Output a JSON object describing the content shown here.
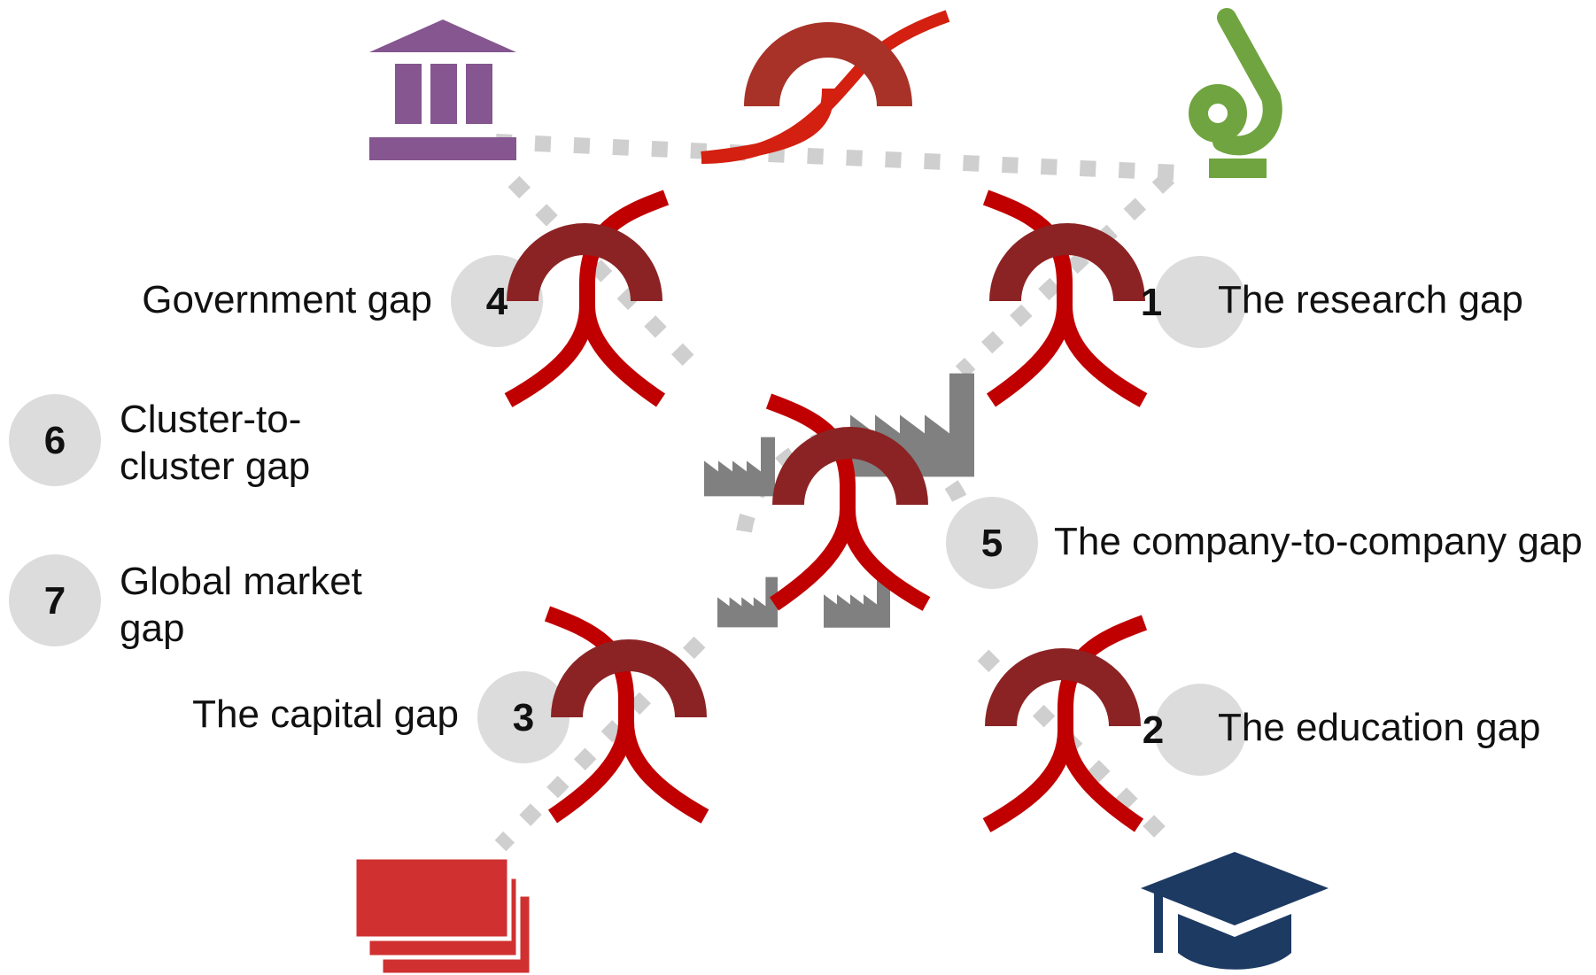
{
  "colors": {
    "bridge_arc": "#8b2324",
    "rope": "#c00000",
    "top_rope": "#d32010",
    "badge": "#dcdcdc",
    "dots": "#cfcfcf",
    "government_icon": "#85568f",
    "research_icon": "#70a440",
    "capital_icon": "#d03030",
    "education_icon": "#1d3a63",
    "factory_icon": "#808080"
  },
  "icons": {
    "government": "government-building-icon",
    "research": "microscope-icon",
    "capital": "money-stack-icon",
    "education": "graduation-cap-icon",
    "industry": "factory-icon",
    "bridge": "rope-bridge-icon"
  },
  "gaps": {
    "research": {
      "number": "1",
      "label": "The research gap"
    },
    "education": {
      "number": "2",
      "label": "The education gap"
    },
    "capital": {
      "number": "3",
      "label": "The capital gap"
    },
    "government": {
      "number": "4",
      "label": "Government gap"
    },
    "company": {
      "number": "5",
      "label": "The company-to-company gap"
    },
    "cluster": {
      "number": "6",
      "label_line1": "Cluster-to-",
      "label_line2": "cluster gap"
    },
    "global": {
      "number": "7",
      "label_line1": "Global market",
      "label_line2": "gap"
    }
  }
}
